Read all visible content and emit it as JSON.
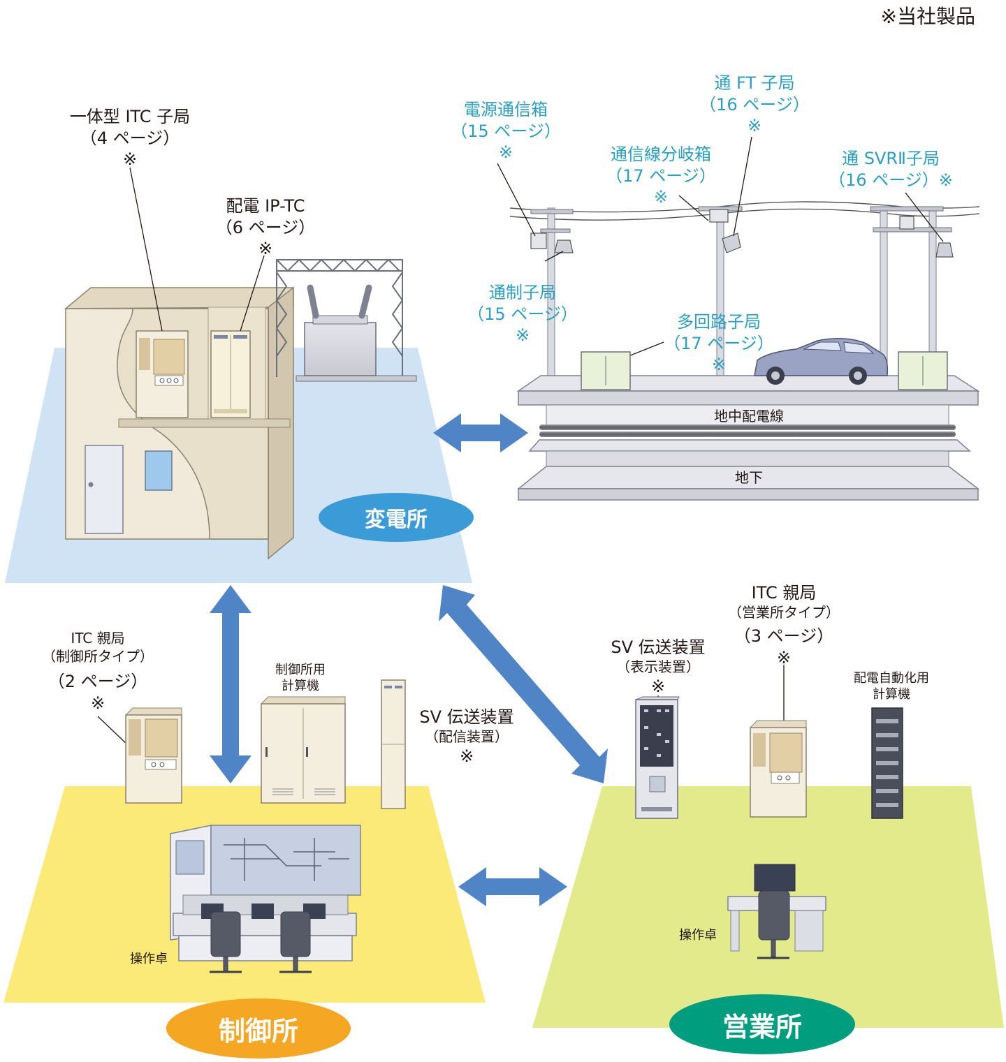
{
  "note": "※当社製品",
  "zones": {
    "substation": "変電所",
    "control": "制御所",
    "sales": "営業所"
  },
  "colors": {
    "substation_floor": "#cfe3f5",
    "control_floor": "#fbe978",
    "sales_floor": "#e3ea8c",
    "substation_pill": "#3b9bd7",
    "control_pill": "#f5a623",
    "sales_pill": "#009e7f",
    "arrow": "#4f84c6",
    "teal_text": "#2a9fc1"
  },
  "substation_labels": {
    "itc_slave": [
      "一体型 ITC 子局",
      "（4 ページ）",
      "※"
    ],
    "ip_tc": [
      "配電 IP-TC",
      "（6 ページ）",
      "※"
    ]
  },
  "pole_labels": {
    "power_box": [
      "電源通信箱",
      "（15 ページ）",
      "※"
    ],
    "branch_box": [
      "通信線分岐箱",
      "（17 ページ）",
      "※"
    ],
    "ft_slave": [
      "通 FT 子局",
      "（16 ページ）",
      "※"
    ],
    "svr_slave": [
      "通 SVRⅡ子局",
      "（16 ページ）※"
    ],
    "control_slave": [
      "通制子局",
      "（15 ページ）",
      "※"
    ],
    "multi_slave": [
      "多回路子局",
      "（17 ページ）",
      "※"
    ]
  },
  "underground": {
    "cable": "地中配電線",
    "ground": "地下"
  },
  "control_labels": {
    "itc_master": [
      "ITC 親局",
      "（制御所タイプ）",
      "（2 ページ）",
      "※"
    ],
    "computer": [
      "制御所用",
      "計算機"
    ],
    "sv_distribution": [
      "SV 伝送装置",
      "（配信装置）",
      "※"
    ],
    "console": "操作卓"
  },
  "sales_labels": {
    "sv_display": [
      "SV 伝送装置",
      "（表示装置）",
      "※"
    ],
    "itc_master": [
      "ITC 親局",
      "（営業所タイプ）",
      "（3 ページ）",
      "※"
    ],
    "computer": [
      "配電自動化用",
      "計算機"
    ],
    "console": "操作卓"
  }
}
